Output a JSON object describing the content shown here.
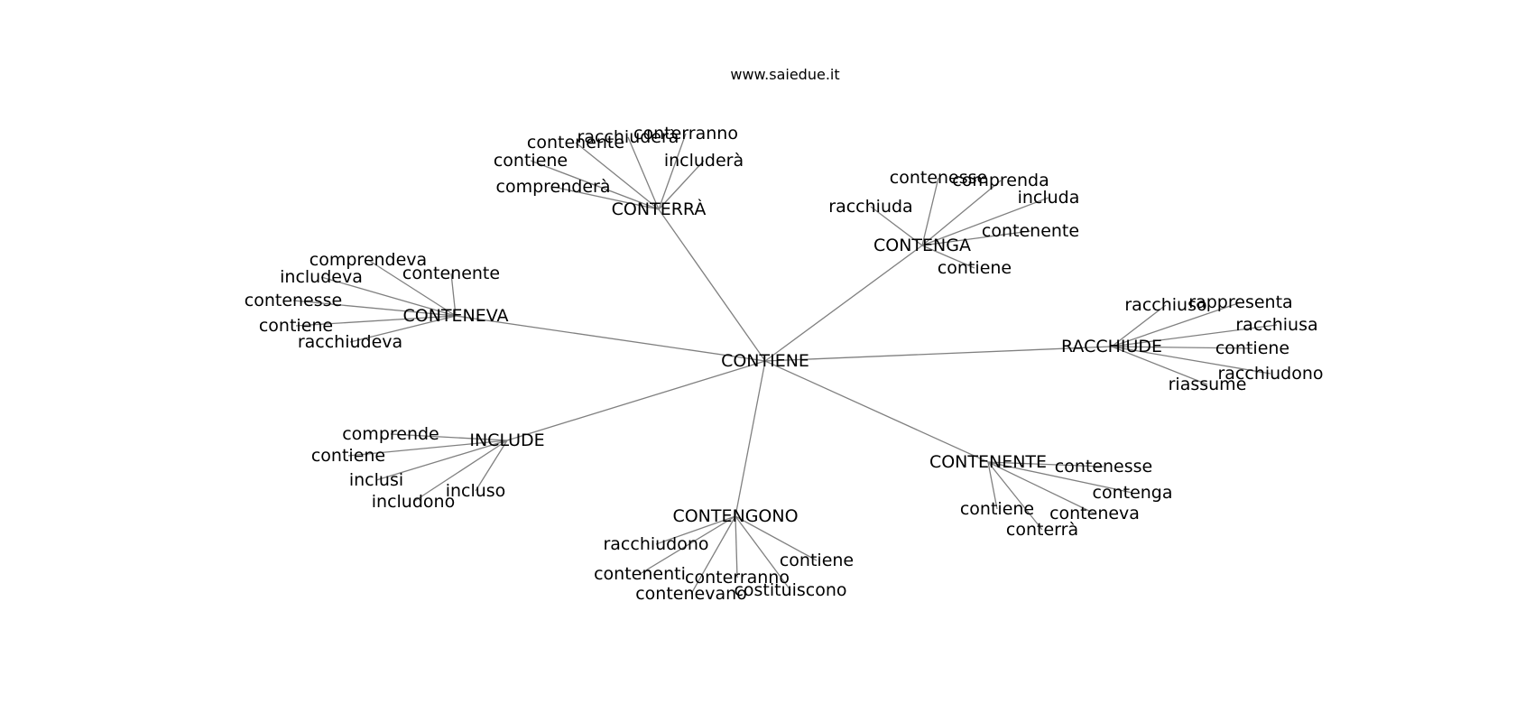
{
  "site_title": "www.saiedue.it",
  "center": "CONTIENE",
  "clusters": [
    {
      "hub": "CONTERRÀ",
      "leaves": [
        "racchiuderà",
        "conterranno",
        "contenente",
        "contiene",
        "includerà",
        "comprenderà"
      ]
    },
    {
      "hub": "CONTENGA",
      "leaves": [
        "contenesse",
        "comprenda",
        "includa",
        "racchiuda",
        "contenente",
        "contiene"
      ]
    },
    {
      "hub": "CONTENEVA",
      "leaves": [
        "comprendeva",
        "contenente",
        "includeva",
        "contenesse",
        "contiene",
        "racchiudeva"
      ]
    },
    {
      "hub": "RACCHIUDE",
      "leaves": [
        "racchiuso",
        "rappresenta",
        "racchiusa",
        "contiene",
        "racchiudono",
        "riassume"
      ]
    },
    {
      "hub": "INCLUDE",
      "leaves": [
        "comprende",
        "contiene",
        "inclusi",
        "incluso",
        "includono"
      ]
    },
    {
      "hub": "CONTENENTE",
      "leaves": [
        "contenesse",
        "contenga",
        "contiene",
        "conteneva",
        "conterrà"
      ]
    },
    {
      "hub": "CONTENGONO",
      "leaves": [
        "racchiudono",
        "contiene",
        "contenenti",
        "conterranno",
        "contenevano",
        "costituiscono"
      ]
    }
  ]
}
